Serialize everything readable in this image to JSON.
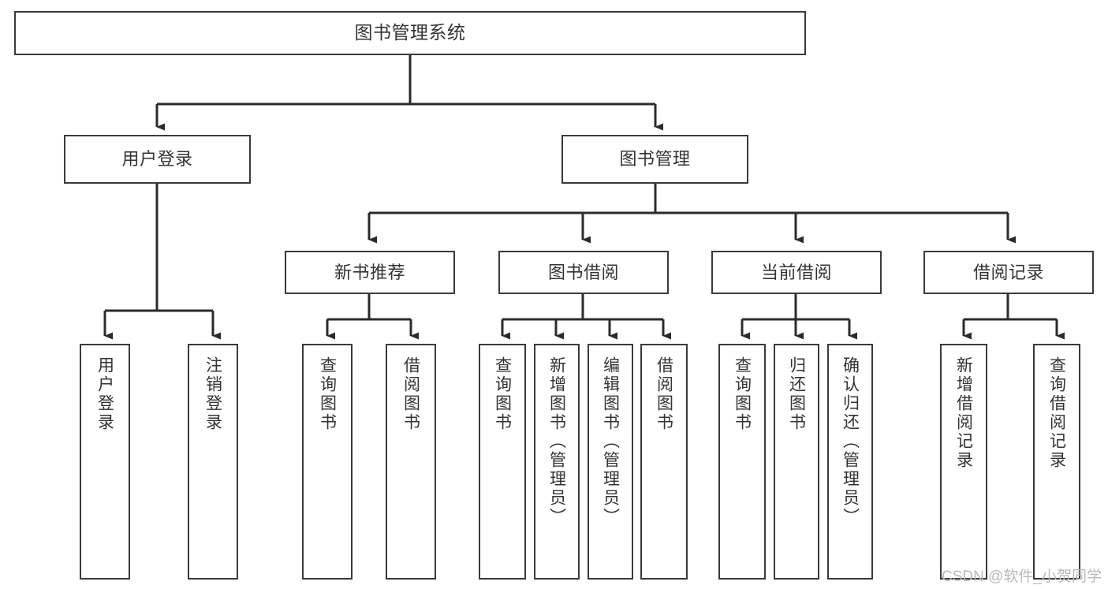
{
  "diagram": {
    "title": "图书管理系统",
    "type": "tree-hierarchy-chart",
    "watermark": "CSDN @软件_小贺同学",
    "colors": {
      "background": "#ffffff",
      "box_border": "#3a3a3a",
      "box_fill": "#ffffff",
      "text": "#333333",
      "edge": "#2b2b2b",
      "watermark": "#b9b9b9"
    },
    "root": {
      "id": "root",
      "label": "图书管理系统"
    },
    "level2": [
      {
        "id": "l2-user-login",
        "label": "用户登录"
      },
      {
        "id": "l2-book-manage",
        "label": "图书管理"
      }
    ],
    "level3": [
      {
        "id": "l3-new-book",
        "label": "新书推荐",
        "parent": "l2-book-manage"
      },
      {
        "id": "l3-borrow",
        "label": "图书借阅",
        "parent": "l2-book-manage"
      },
      {
        "id": "l3-current",
        "label": "当前借阅",
        "parent": "l2-book-manage"
      },
      {
        "id": "l3-record",
        "label": "借阅记录",
        "parent": "l2-book-manage"
      }
    ],
    "leaves": [
      {
        "id": "leaf-user-login",
        "label": "用户登录",
        "parent": "l2-user-login"
      },
      {
        "id": "leaf-logout",
        "label": "注销登录",
        "parent": "l2-user-login"
      },
      {
        "id": "leaf-query-book-1",
        "label": "查询图书",
        "parent": "l3-new-book"
      },
      {
        "id": "leaf-borrow-book-1",
        "label": "借阅图书",
        "parent": "l3-new-book"
      },
      {
        "id": "leaf-query-book-2",
        "label": "查询图书",
        "parent": "l3-borrow"
      },
      {
        "id": "leaf-add-book",
        "label": "新增图书（管理员）",
        "parent": "l3-borrow"
      },
      {
        "id": "leaf-edit-book",
        "label": "编辑图书（管理员）",
        "parent": "l3-borrow"
      },
      {
        "id": "leaf-borrow-book-2",
        "label": "借阅图书",
        "parent": "l3-borrow"
      },
      {
        "id": "leaf-query-book-3",
        "label": "查询图书",
        "parent": "l3-current"
      },
      {
        "id": "leaf-return-book",
        "label": "归还图书",
        "parent": "l3-current"
      },
      {
        "id": "leaf-confirm-return",
        "label": "确认归还（管理员）",
        "parent": "l3-current"
      },
      {
        "id": "leaf-add-record",
        "label": "新增借阅记录",
        "parent": "l3-record"
      },
      {
        "id": "leaf-query-record",
        "label": "查询借阅记录",
        "parent": "l3-record"
      }
    ]
  }
}
